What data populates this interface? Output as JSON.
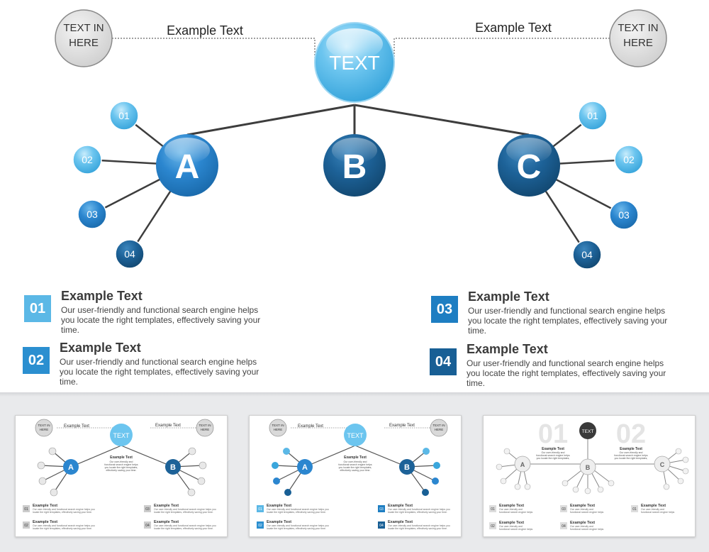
{
  "diagram": {
    "center_label": "TEXT",
    "header_left": "Example Text",
    "header_right": "Example Text",
    "corner_left": [
      "TEXT IN",
      "HERE"
    ],
    "corner_right": [
      "TEXT IN",
      "HERE"
    ],
    "hubs": [
      "A",
      "B",
      "C"
    ],
    "nodes_a": [
      "01",
      "02",
      "03",
      "04"
    ],
    "nodes_c": [
      "01",
      "02",
      "03",
      "04"
    ]
  },
  "legend": [
    {
      "num": "01",
      "title": "Example Text",
      "desc": "Our user-friendly and functional search engine helps you locate the right templates, effectively saving your time.",
      "color": "#5bb8e6"
    },
    {
      "num": "02",
      "title": "Example Text",
      "desc": "Our user-friendly and functional search engine helps you locate the right templates, effectively saving your time.",
      "color": "#2b8fd0"
    },
    {
      "num": "03",
      "title": "Example Text",
      "desc": "Our user-friendly and functional search engine helps you locate the right templates, effectively saving your time.",
      "color": "#1e7ec2"
    },
    {
      "num": "04",
      "title": "Example Text",
      "desc": "Our user-friendly and functional search engine helps you locate the right templates, effectively saving your time.",
      "color": "#185f95"
    }
  ],
  "thumbnails": {
    "header": "Example Text",
    "corner": [
      "TEXT IN",
      "HERE"
    ],
    "center": "TEXT",
    "mid_title": "Example Text",
    "mid_desc": [
      "Our user-friendly and",
      "functional search engine helps",
      "you locate the right templates,",
      "effectively saving your time."
    ],
    "item_title": "Example Text",
    "item_desc": [
      "Our user-friendly and functional search engine helps you",
      "locate the right templates, effectively saving your time."
    ],
    "big_numbers": [
      "01",
      "02"
    ],
    "hubs": [
      "A",
      "B",
      "C"
    ],
    "nums": [
      "01",
      "02",
      "03",
      "04"
    ]
  },
  "colors": {
    "light_blue": "#5bb8e6",
    "mid_blue": "#2b8fd0",
    "dark_blue": "#185f95",
    "gray": "#d9d9d9"
  }
}
